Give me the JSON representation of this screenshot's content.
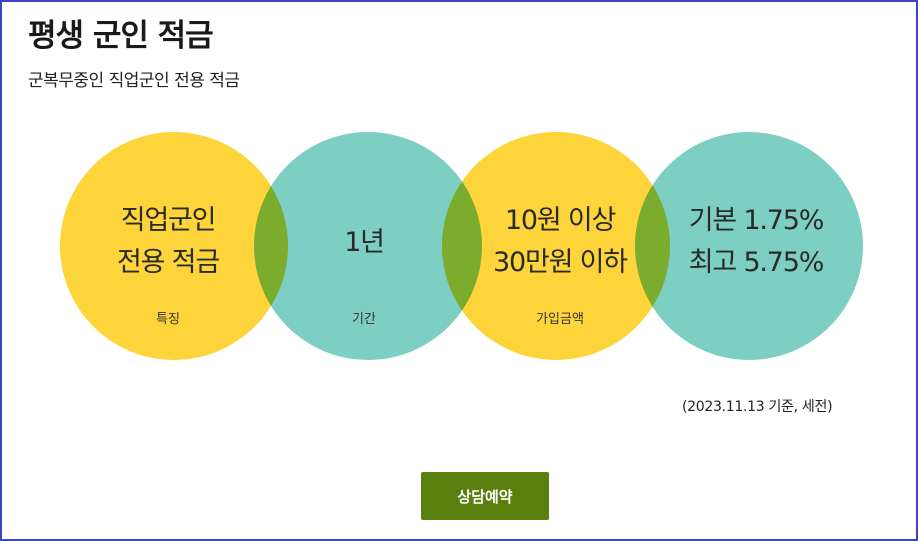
{
  "header": {
    "title": "평생 군인 적금",
    "subtitle": "군복무중인 직업군인 전용 적금"
  },
  "features": [
    {
      "line1": "직업군인",
      "line2": "전용 적금",
      "caption": "특징",
      "color": "#fdd43a"
    },
    {
      "line1": "1년",
      "line2": "",
      "caption": "기간",
      "color": "#7dcfc4"
    },
    {
      "line1": "10원 이상",
      "line2": "30만원 이하",
      "caption": "가입금액",
      "color": "#fdd43a"
    },
    {
      "line1": "기본 1.75%",
      "line2": "최고 5.75%",
      "caption": "",
      "color": "#7dcfc4"
    }
  ],
  "note": "(2023.11.13 기준, 세전)",
  "cta": {
    "label": "상담예약",
    "color": "#5a7f0c"
  },
  "colors": {
    "border": "#3b44c4"
  }
}
